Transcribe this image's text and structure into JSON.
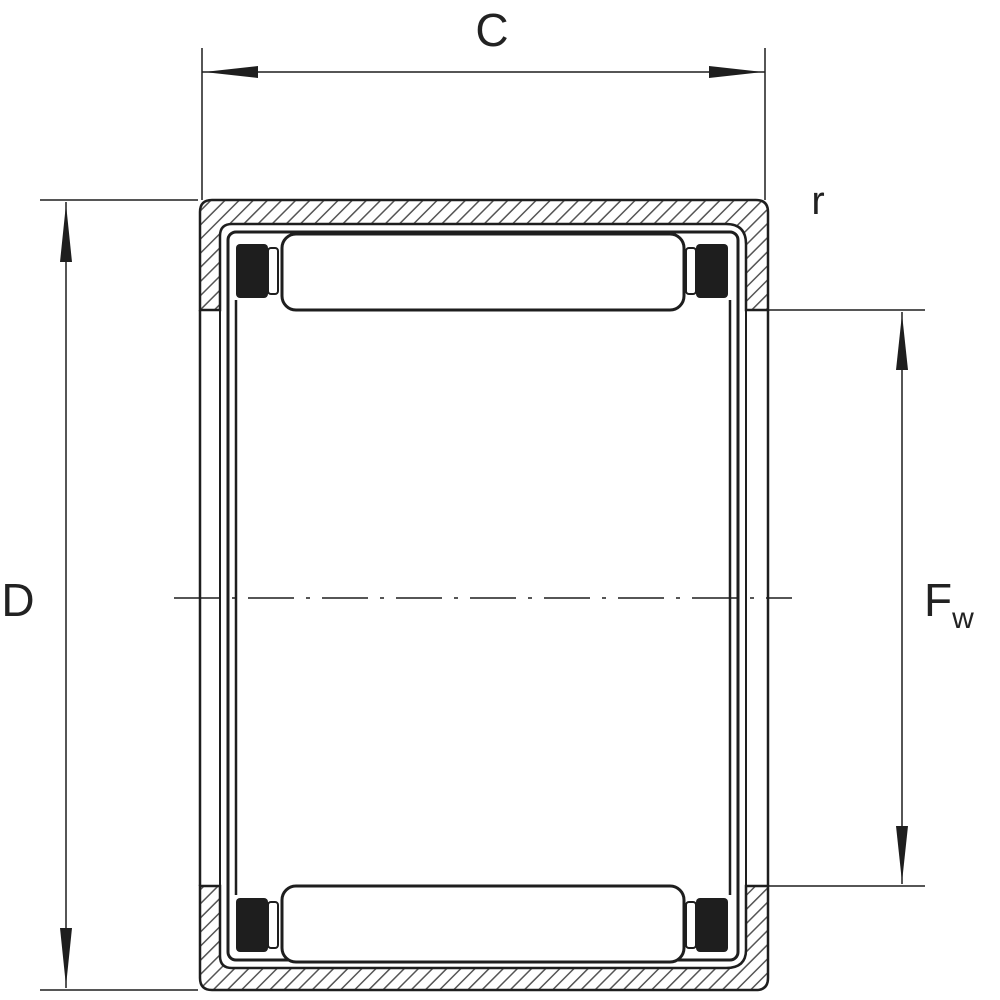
{
  "diagram": {
    "labels": {
      "c": "C",
      "d": "D",
      "r": "r",
      "fw_main": "F",
      "fw_sub": "w"
    },
    "colors": {
      "line": "#1e1e1e",
      "hatch": "#555555",
      "background": "#ffffff"
    }
  }
}
